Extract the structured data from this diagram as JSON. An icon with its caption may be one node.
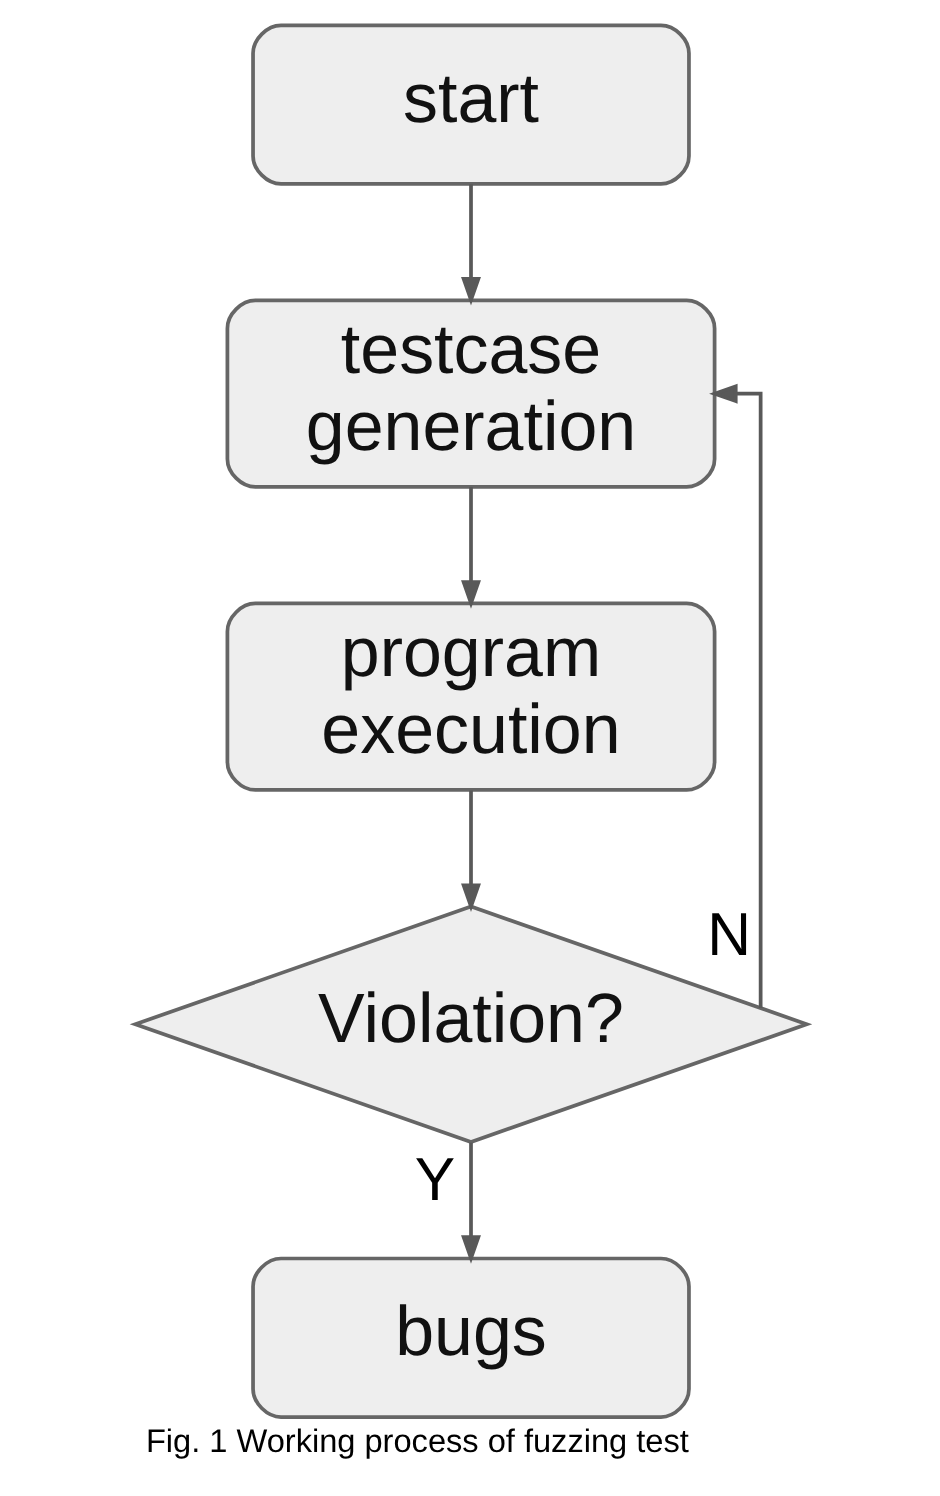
{
  "diagram": {
    "caption": "Fig. 1 Working process of fuzzing test",
    "nodes": [
      {
        "text": [
          "start"
        ]
      },
      {
        "text": [
          "testcase generation"
        ]
      },
      {
        "text": [
          "program execution"
        ]
      },
      {
        "text": [
          "Violation?"
        ]
      },
      {
        "text": [
          "bugs"
        ]
      }
    ],
    "edges": [
      {
        "from": 0,
        "to": 1,
        "arrow": "to"
      },
      {
        "from": 1,
        "to": 2,
        "arrow": "to"
      },
      {
        "from": 2,
        "to": 3,
        "arrow": "to"
      },
      {
        "from": 3,
        "to": 4,
        "arrow": "to",
        "label": "Y"
      },
      {
        "from": 3,
        "to": 1,
        "arrow": "to",
        "label": "N"
      }
    ]
  }
}
